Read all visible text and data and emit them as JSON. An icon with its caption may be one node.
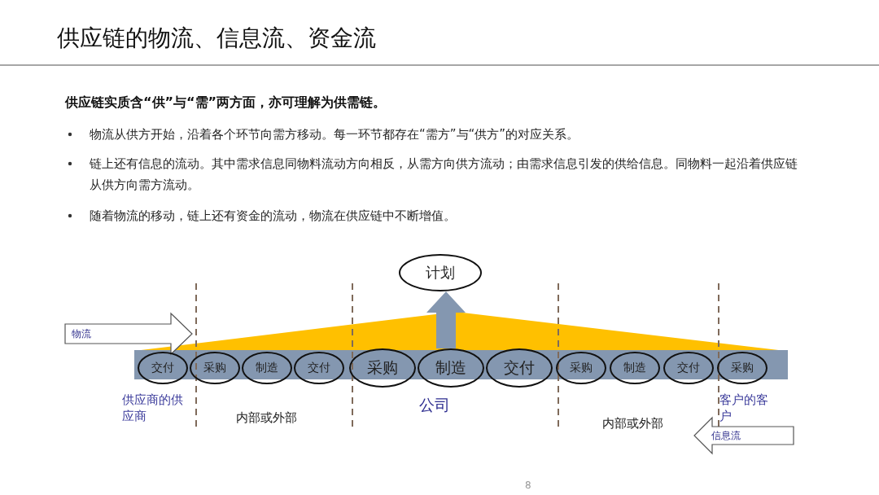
{
  "diagram": {
    "title": "供应链的物流、信息流、资金流",
    "nodes": [
      {
        "text": [
          "计划"
        ]
      },
      {
        "text": [
          "交付"
        ]
      },
      {
        "text": [
          "采购"
        ]
      },
      {
        "text": [
          "制造"
        ]
      },
      {
        "text": [
          "交付"
        ]
      },
      {
        "text": [
          "采购"
        ]
      },
      {
        "text": [
          "制造"
        ]
      },
      {
        "text": [
          "交付"
        ]
      },
      {
        "text": [
          "采购"
        ]
      },
      {
        "text": [
          "制造"
        ]
      },
      {
        "text": [
          "交付"
        ]
      },
      {
        "text": [
          "采购"
        ]
      }
    ],
    "edges": [
      {
        "from": 6,
        "to": 0,
        "arrow": "to",
        "style": "thick"
      }
    ],
    "labels": [
      "供应链实质含“供”与“需”两方面，亦可理解为供需链。",
      "物流从供方开始，沿着各个环节向需方移动。每一环节都存在“需方”与“供方”的对应关系。",
      "链上还有信息的流动。其中需求信息同物料流动方向相反，从需方向供方流动；由需求信息引发的供给信息。同物料一起沿着供应链从供方向需方流动。",
      "随着物流的移动，链上还有资金的流动，物流在供应链中不断增值。",
      "物流",
      "供应商的供应商",
      "内部或外部",
      "公司",
      "内部或外部",
      "客户的客户",
      "信息流",
      "8"
    ]
  }
}
